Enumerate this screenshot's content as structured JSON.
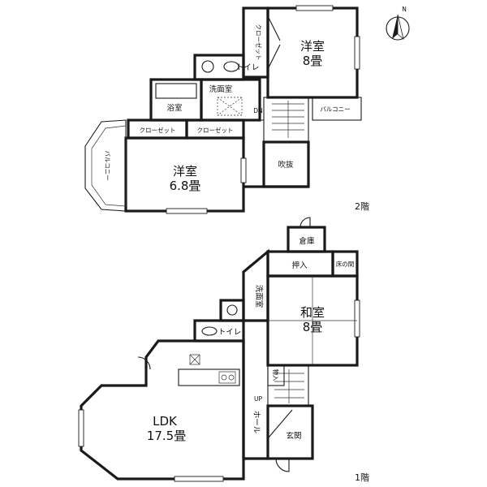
{
  "north": {
    "label": "N"
  },
  "floor2": {
    "label": "2階",
    "rooms": {
      "bed_8": {
        "name": "洋室",
        "size": "8畳"
      },
      "bed_68": {
        "name": "洋室",
        "size": "6.8畳"
      },
      "closet_top": "クローゼット",
      "closet_a": "クローゼット",
      "closet_b": "クローゼット",
      "toilet": "トイレ",
      "washroom": "洗面室",
      "bath": "浴室",
      "balcony_right": "バルコニー",
      "balcony_left": "バルコニー",
      "void": "吹抜",
      "dn": "DN"
    }
  },
  "floor1": {
    "label": "1階",
    "rooms": {
      "storage": "倉庫",
      "oshiire": "押入",
      "tokonoma": "床の間",
      "washroom": "洗面室",
      "washitsu": {
        "name": "和室",
        "size": "8畳"
      },
      "toilet": "トイレ",
      "ldk": {
        "name": "LDK",
        "size": "17.5畳"
      },
      "monoire": "物入",
      "up": "UP",
      "hall": "ホール",
      "entrance": "玄関"
    }
  }
}
